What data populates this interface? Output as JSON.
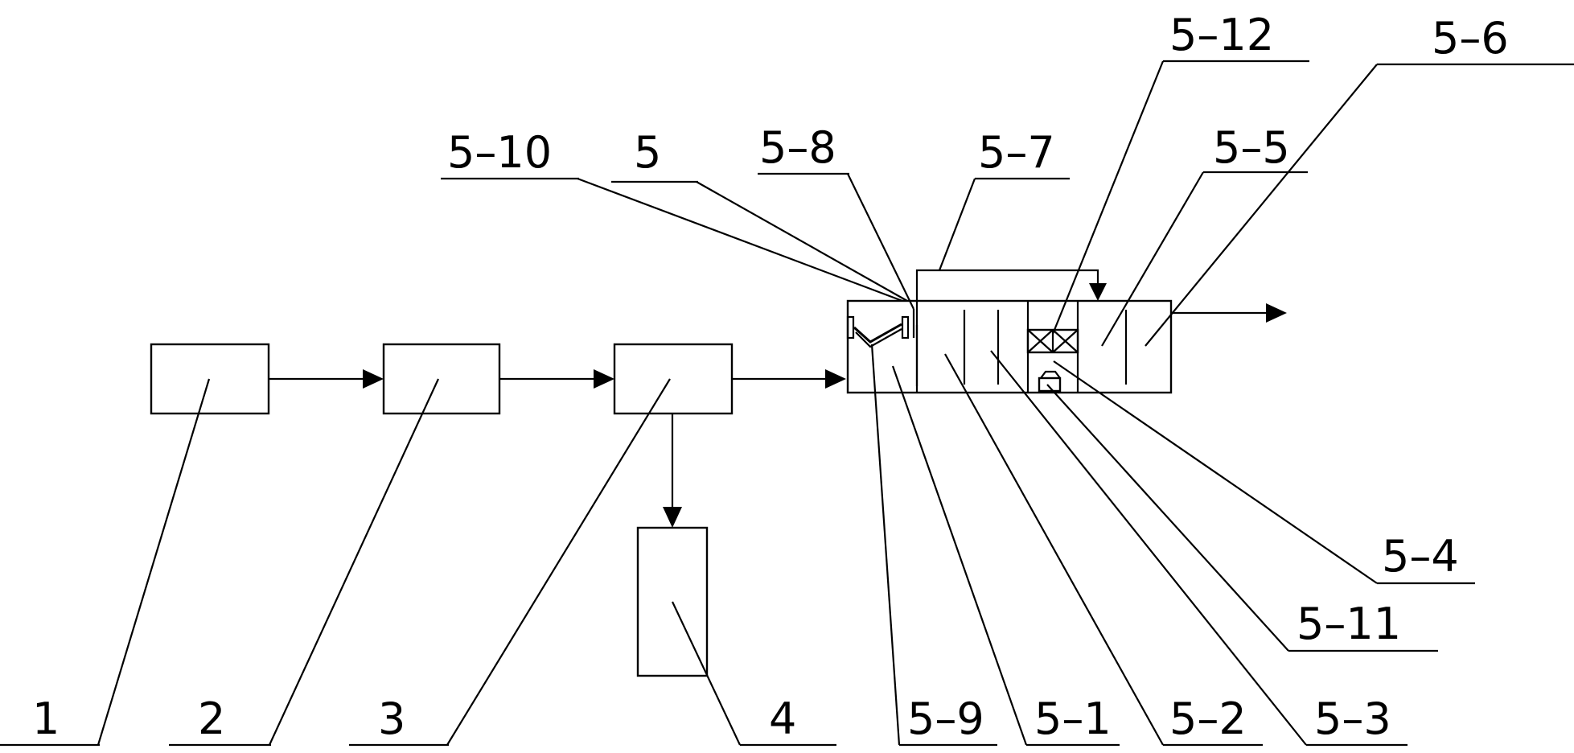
{
  "labels": {
    "l1": "1",
    "l2": "2",
    "l3": "3",
    "l4": "4",
    "l5": "5",
    "l5_1": "5–1",
    "l5_2": "5–2",
    "l5_3": "5–3",
    "l5_4": "5–4",
    "l5_5": "5–5",
    "l5_6": "5–6",
    "l5_7": "5–7",
    "l5_8": "5–8",
    "l5_9": "5–9",
    "l5_10": "5–10",
    "l5_11": "5–11",
    "l5_12": "5–12"
  }
}
